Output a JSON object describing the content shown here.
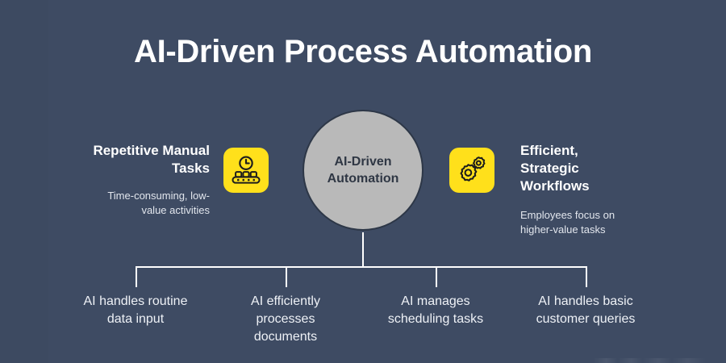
{
  "page": {
    "title": "AI-Driven Process Automation",
    "background_color": "#3E4B63",
    "accent_color": "#FFE01B",
    "node_color": "#B9B9B9",
    "text_color": "#FFFFFF"
  },
  "center_node": {
    "label": "AI-Driven\nAutomation",
    "line1": "AI-Driven",
    "line2": "Automation"
  },
  "left_side": {
    "heading_line1": "Repetitive Manual",
    "heading_line2": "Tasks",
    "subtitle_line1": "Time-consuming, low-",
    "subtitle_line2": "value activities",
    "icon": "conveyor-clock-icon"
  },
  "right_side": {
    "heading_line1": "Efficient,",
    "heading_line2": "Strategic",
    "heading_line3": "Workflows",
    "subtitle_line1": "Employees focus on",
    "subtitle_line2": "higher-value tasks",
    "icon": "gears-icon"
  },
  "branches": [
    {
      "line1": "AI handles routine",
      "line2": "data input",
      "line3": ""
    },
    {
      "line1": "AI efficiently",
      "line2": "processes",
      "line3": "documents"
    },
    {
      "line1": "AI manages",
      "line2": "scheduling tasks",
      "line3": ""
    },
    {
      "line1": "AI handles basic",
      "line2": "customer queries",
      "line3": ""
    }
  ]
}
